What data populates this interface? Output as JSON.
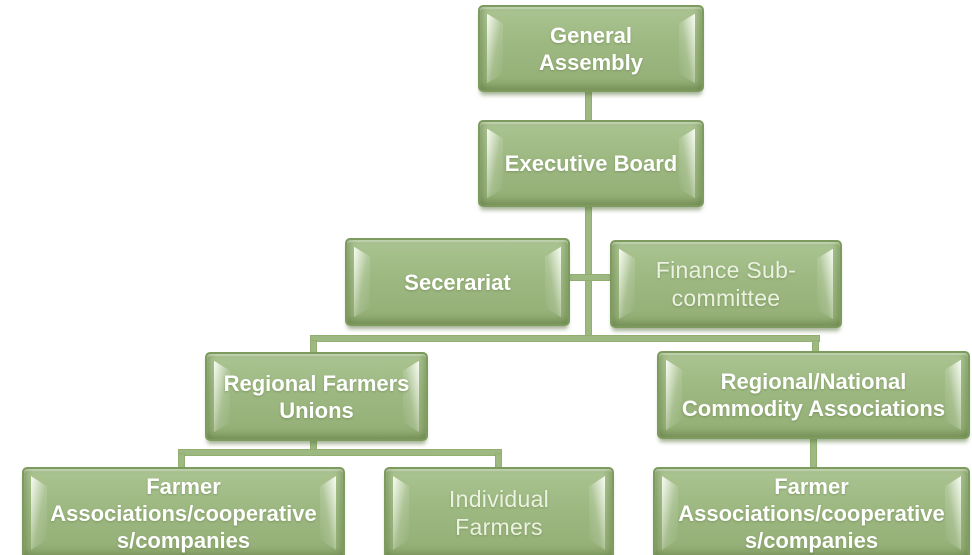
{
  "diagram": {
    "type": "org-chart",
    "background": "#ffffff",
    "box_fill_top": "#abc492",
    "box_fill_bottom": "#93ae75",
    "box_border": "#7e9b5f",
    "connector_color": "#9db880",
    "bold_text_color": "#ffffff",
    "light_text_color": "#ecf2e2"
  },
  "nodes": [
    {
      "id": "general-assembly",
      "label": "General\nAssembly",
      "style": "bold"
    },
    {
      "id": "executive-board",
      "label": "Executive Board",
      "style": "bold"
    },
    {
      "id": "secretariat",
      "label": "Secerariat",
      "style": "bold"
    },
    {
      "id": "finance-sub-committee",
      "label": "Finance Sub-\ncommittee",
      "style": "light"
    },
    {
      "id": "regional-farmers-unions",
      "label": "Regional Farmers\nUnions",
      "style": "bold"
    },
    {
      "id": "regional-national-commodity-associations",
      "label": "Regional/National\nCommodity Associations",
      "style": "bold"
    },
    {
      "id": "farmer-associations-cooperatives-companies-left",
      "label": "Farmer\nAssociations/cooperative\ns/companies",
      "style": "bold"
    },
    {
      "id": "individual-farmers",
      "label": "Individual\nFarmers",
      "style": "light"
    },
    {
      "id": "farmer-associations-cooperatives-companies-right",
      "label": "Farmer\nAssociations/cooperative\ns/companies",
      "style": "bold"
    }
  ],
  "edges": [
    {
      "from": "general-assembly",
      "to": "executive-board"
    },
    {
      "from": "executive-board",
      "to": "secretariat"
    },
    {
      "from": "executive-board",
      "to": "finance-sub-committee"
    },
    {
      "from": "executive-board",
      "to": "regional-farmers-unions"
    },
    {
      "from": "executive-board",
      "to": "regional-national-commodity-associations"
    },
    {
      "from": "regional-farmers-unions",
      "to": "farmer-associations-cooperatives-companies-left"
    },
    {
      "from": "regional-farmers-unions",
      "to": "individual-farmers"
    },
    {
      "from": "regional-national-commodity-associations",
      "to": "farmer-associations-cooperatives-companies-right"
    }
  ]
}
